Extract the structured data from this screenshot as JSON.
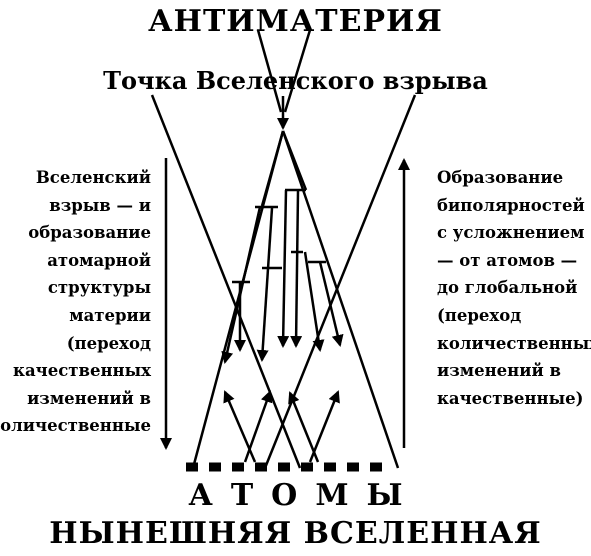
{
  "title_top": "АНТИМАТЕРИЯ",
  "subtitle": "Точка Вселенского взрыва",
  "left_caption": {
    "lines": [
      "Вселенский",
      "взрыв — и",
      "образование",
      "атомарной",
      "структуры",
      "материи",
      "(переход",
      "качественных",
      "изменений в",
      "количественные"
    ]
  },
  "right_caption": {
    "lines": [
      "Образование",
      "биполярностей",
      "с усложнением",
      "— от атомов —",
      "до глобальной",
      "(переход",
      "количественных",
      "изменений в",
      "качественные)"
    ]
  },
  "atoms_label": "АТОМЫ",
  "bottom_title": "НЫНЕШНЯЯ ВСЕЛЕННАЯ",
  "colors": {
    "ink": "#000000",
    "background": "#ffffff"
  }
}
